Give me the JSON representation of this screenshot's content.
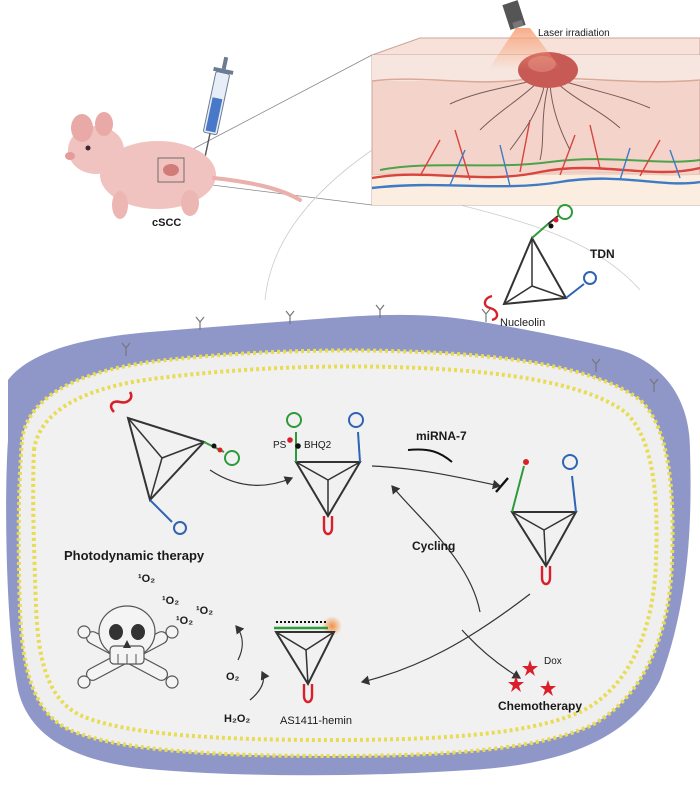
{
  "labels": {
    "laser": "Laser irradiation",
    "cscc": "cSCC",
    "tdn": "TDN",
    "nucleolin": "Nucleolin",
    "ps": "PS",
    "bhq2": "BHQ2",
    "mirna": "miRNA-7",
    "cycling": "Cycling",
    "pdt": "Photodynamic therapy",
    "singlet": "¹O₂",
    "o2": "O₂",
    "h2o2": "H₂O₂",
    "as1411": "AS1411-hemin",
    "dox": "Dox",
    "chemo": "Chemotherapy"
  },
  "colors": {
    "membrane": "#8f97c9",
    "cytoplasm": "#efefef",
    "lipid_head": "#e9dc55",
    "aptamer": "#d9202a",
    "strand_green": "#2e9b3a",
    "strand_blue": "#2f64b4",
    "tissue": "#f2cfc4",
    "tumor": "#c85a56",
    "mouse": "#f0c3c0"
  }
}
